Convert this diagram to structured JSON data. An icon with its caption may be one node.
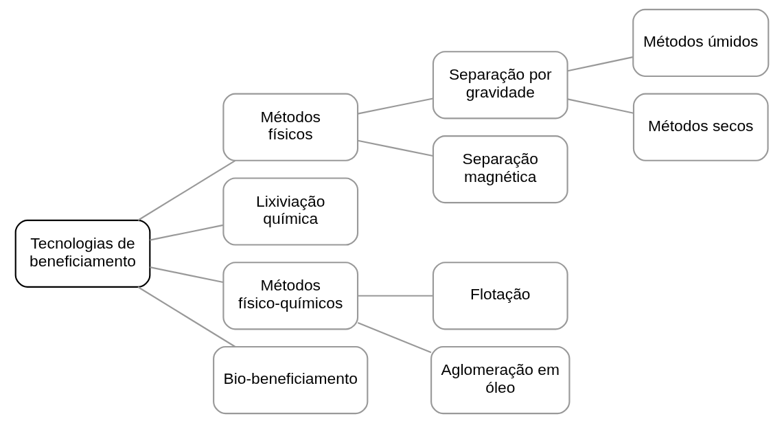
{
  "diagram": {
    "nodes": [
      {
        "text": [
          "Tecnologias de beneficiamento"
        ]
      },
      {
        "text": [
          "Métodos físicos"
        ]
      },
      {
        "text": [
          "Lixiviação química"
        ]
      },
      {
        "text": [
          "Métodos físico-químicos"
        ]
      },
      {
        "text": [
          "Bio-beneficiamento"
        ]
      },
      {
        "text": [
          "Separação por gravidade"
        ]
      },
      {
        "text": [
          "Separação magnética"
        ]
      },
      {
        "text": [
          "Métodos úmidos"
        ]
      },
      {
        "text": [
          "Métodos secos"
        ]
      },
      {
        "text": [
          "Flotação"
        ]
      },
      {
        "text": [
          "Aglomeração em óleo"
        ]
      }
    ],
    "edges": [
      {
        "from": 0,
        "to": 1,
        "arrow": "none"
      },
      {
        "from": 0,
        "to": 2,
        "arrow": "none"
      },
      {
        "from": 0,
        "to": 3,
        "arrow": "none"
      },
      {
        "from": 0,
        "to": 4,
        "arrow": "none"
      },
      {
        "from": 1,
        "to": 5,
        "arrow": "none"
      },
      {
        "from": 1,
        "to": 6,
        "arrow": "none"
      },
      {
        "from": 5,
        "to": 7,
        "arrow": "none"
      },
      {
        "from": 5,
        "to": 8,
        "arrow": "none"
      },
      {
        "from": 3,
        "to": 9,
        "arrow": "none"
      },
      {
        "from": 3,
        "to": 10,
        "arrow": "none"
      }
    ]
  }
}
